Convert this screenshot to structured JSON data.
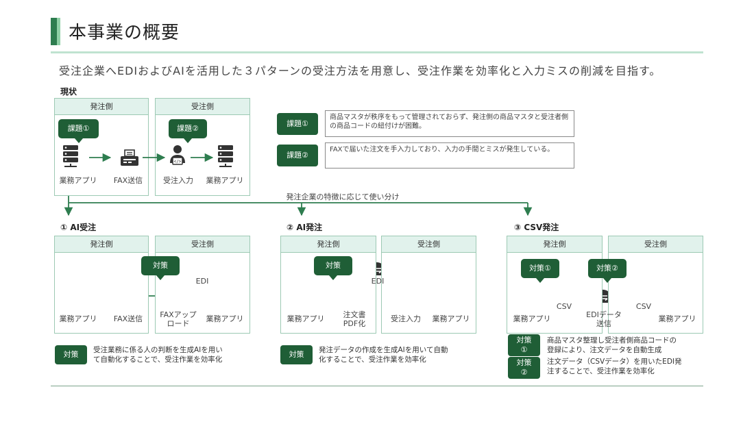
{
  "header": {
    "title": "本事業の概要",
    "subtitle": "受注企業へEDIおよびAIを活用した３パターンの受注方法を用意し、受注作業を効率化と入力ミスの削減を目指す。"
  },
  "current": {
    "label": "現状",
    "order_side": "発注側",
    "receive_side": "受注側",
    "issue1_badge": "課題①",
    "issue2_badge": "課題②",
    "app_label": "業務アプリ",
    "fax_label": "FAX送信",
    "input_label": "受注入力",
    "app_label2": "業務アプリ",
    "issues": [
      {
        "badge": "課題①",
        "text": "商品マスタが秩序をもって管理されておらず、発注側の商品マスタと受注者側の商品コードの紐付けが困難。"
      },
      {
        "badge": "課題②",
        "text": "FAXで届いた注文を手入力しており、入力の手間とミスが発生している。"
      }
    ],
    "branch_label": "発注企業の特徴に応じて使い分け"
  },
  "pattern1": {
    "label": "① AI受注",
    "order_side": "発注側",
    "receive_side": "受注側",
    "measure_badge": "対策",
    "edi": "EDI",
    "app_label": "業務アプリ",
    "fax_label": "FAX送信",
    "upload_label_1": "FAXアップ",
    "upload_label_2": "ロード",
    "app_label2": "業務アプリ",
    "desc_badge": "対策",
    "desc_1": "受注業務に係る人の判断を生成AIを用い",
    "desc_2": "て自動化することで、受注作業を効率化"
  },
  "pattern2": {
    "label": "② AI発注",
    "order_side": "発注側",
    "receive_side": "受注側",
    "measure_badge": "対策",
    "edi": "EDI",
    "app_label": "業務アプリ",
    "doc_label_1": "注文書",
    "doc_label_2": "PDF化",
    "input_label": "受注入力",
    "app_label2": "業務アプリ",
    "desc_badge": "対策",
    "desc_1": "発注データの作成を生成AIを用いて自動",
    "desc_2": "化することで、受注作業を効率化"
  },
  "pattern3": {
    "label": "③ CSV発注",
    "order_side": "発注側",
    "receive_side": "受注側",
    "measure1_badge": "対策①",
    "measure2_badge": "対策②",
    "csv1": "CSV",
    "csv2": "CSV",
    "app_label": "業務アプリ",
    "edi_label_1": "EDIデータ",
    "edi_label_2": "送信",
    "app_label2": "業務アプリ",
    "desc1_badge_1": "対策",
    "desc1_badge_2": "①",
    "desc1_1": "商品マスタ整理し受注者側商品コードの",
    "desc1_2": "登録により、注文データを自動生成",
    "desc2_badge_1": "対策",
    "desc2_badge_2": "②",
    "desc2_1": "注文データ（CSVデータ）を用いたEDI発",
    "desc2_2": "注することで、受注作業を効率化"
  },
  "colors": {
    "accent": "#1f5e36",
    "panel_header": "#e1f2ec",
    "rule": "#bfe3d0"
  }
}
